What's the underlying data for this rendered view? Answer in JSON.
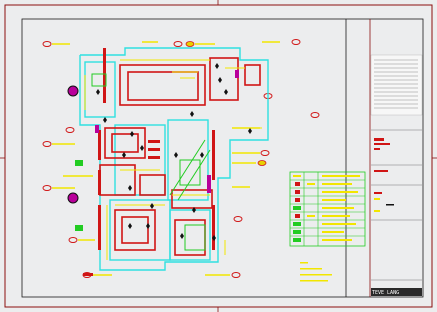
{
  "title_block": {
    "brand_text": "TEVE LANG"
  },
  "colors": {
    "paper": "#ecedee",
    "frame": "#8b0e0e",
    "wall_cyan": "#2fe0e0",
    "wall_red": "#d01515",
    "dim_yellow": "#f2e600",
    "furniture_green": "#22cc22",
    "tag_magenta": "#b8009a",
    "symbol_dark": "#111111"
  },
  "icons": {
    "column_marker": "filled-magenta-circle",
    "elevation_tag": "red-ellipse",
    "light_fixture": "black-diamond"
  }
}
